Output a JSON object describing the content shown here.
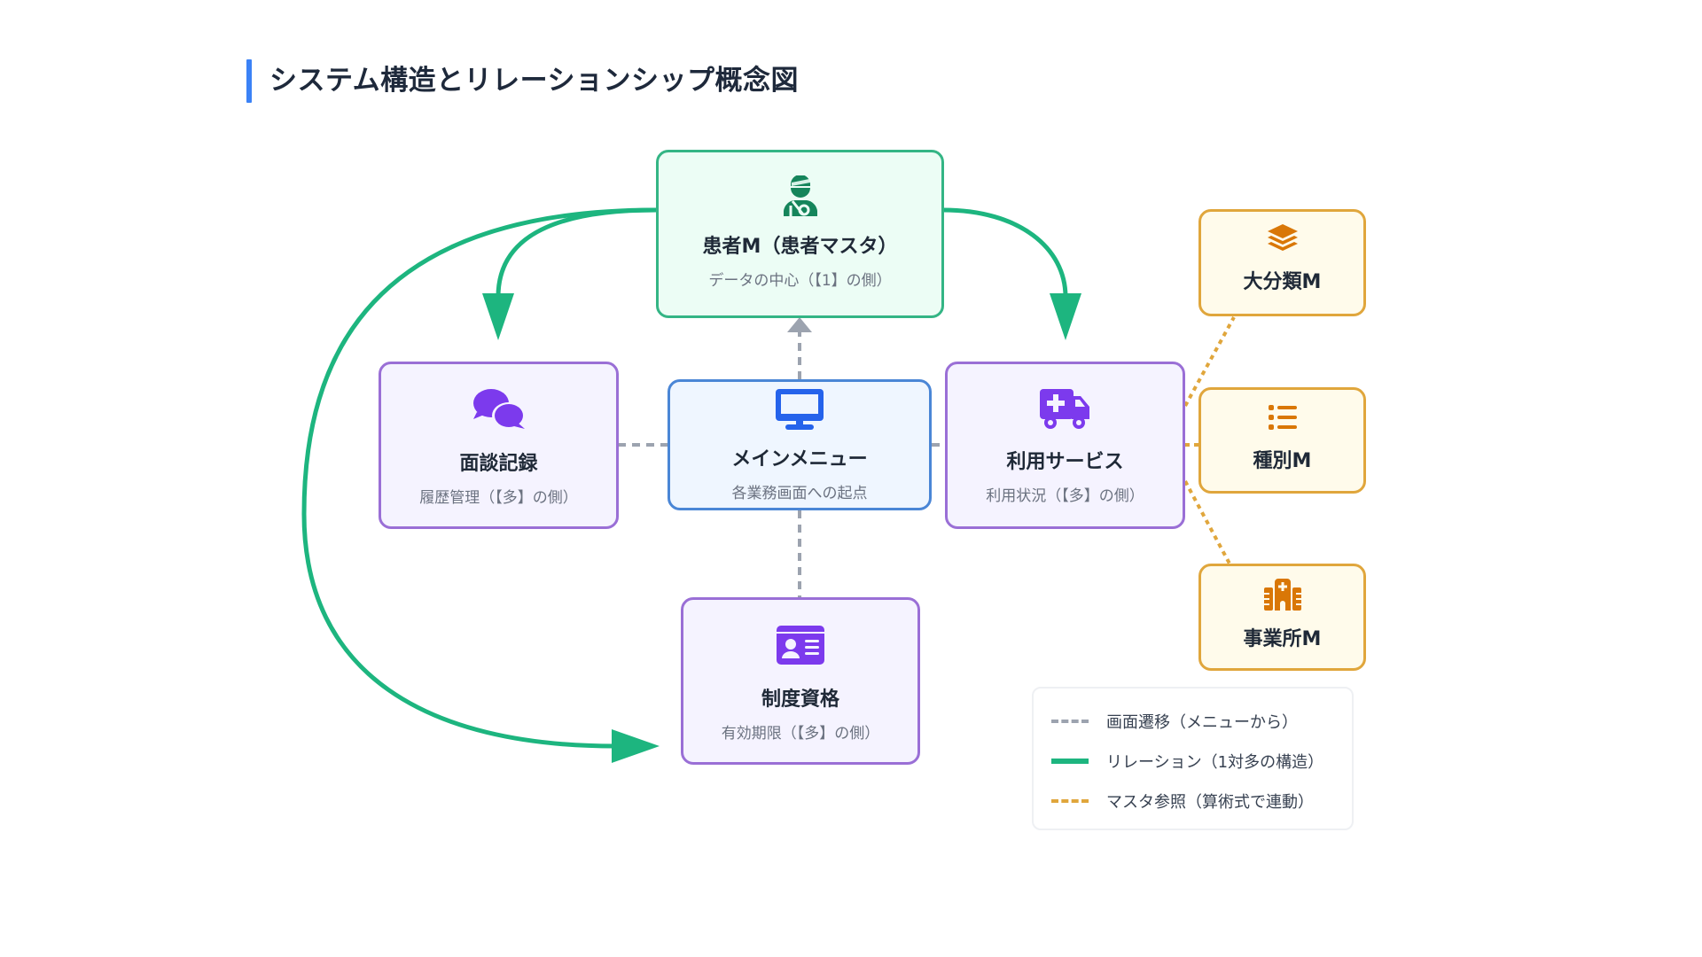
{
  "title": "システム構造とリレーションシップ概念図",
  "colors": {
    "accent": "#3b82f6",
    "relation": "#1db57f",
    "navigation": "#9ca3af",
    "master_ref": "#e0a63c"
  },
  "nodes": {
    "patient": {
      "icon": "user-injured-icon",
      "name": "患者M（患者マスタ）",
      "sub": "データの中心（【1】の側）"
    },
    "interview": {
      "icon": "comments-icon",
      "name": "面談記録",
      "sub": "履歴管理（【多】の側）"
    },
    "menu": {
      "icon": "desktop-icon",
      "name": "メインメニュー",
      "sub": "各業務画面への起点"
    },
    "service": {
      "icon": "truck-medical-icon",
      "name": "利用サービス",
      "sub": "利用状況（【多】の側）"
    },
    "eligibility": {
      "icon": "id-card-icon",
      "name": "制度資格",
      "sub": "有効期限（【多】の側）"
    },
    "category": {
      "icon": "layer-group-icon",
      "name": "大分類M"
    },
    "type": {
      "icon": "list-icon",
      "name": "種別M"
    },
    "office": {
      "icon": "hospital-icon",
      "name": "事業所M"
    }
  },
  "legend": [
    {
      "style": "dashed-gray",
      "label": "画面遷移（メニューから）"
    },
    {
      "style": "solid-green",
      "label": "リレーション（1対多の構造）"
    },
    {
      "style": "dotted-orange",
      "label": "マスタ参照（算術式で連動）"
    }
  ]
}
